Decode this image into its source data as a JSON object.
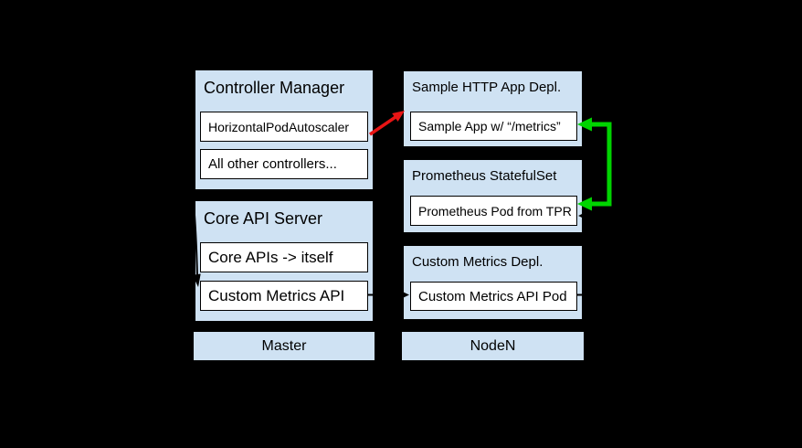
{
  "colors": {
    "background": "#000000",
    "box_fill": "#cfe2f3",
    "box_border": "#000000",
    "inner_fill": "#ffffff",
    "red_arrow": "#e81414",
    "green_arrow": "#00d400",
    "black_arrow": "#000000"
  },
  "groups": {
    "controller_manager": {
      "title": "Controller Manager",
      "items": [
        "HorizontalPodAutoscaler",
        "All other controllers..."
      ]
    },
    "core_api_server": {
      "title": "Core API Server",
      "items": [
        "Core APIs -> itself",
        "Custom Metrics API"
      ]
    },
    "sample_http_app": {
      "title": "Sample HTTP App Depl.",
      "items": [
        "Sample App w/ “/metrics”"
      ]
    },
    "prometheus_statefulset": {
      "title": "Prometheus StatefulSet",
      "items": [
        "Prometheus Pod from TPR"
      ]
    },
    "custom_metrics_depl": {
      "title": "Custom Metrics Depl.",
      "items": [
        "Custom Metrics API Pod"
      ]
    }
  },
  "node_labels": {
    "master": "Master",
    "node": "NodeN"
  }
}
